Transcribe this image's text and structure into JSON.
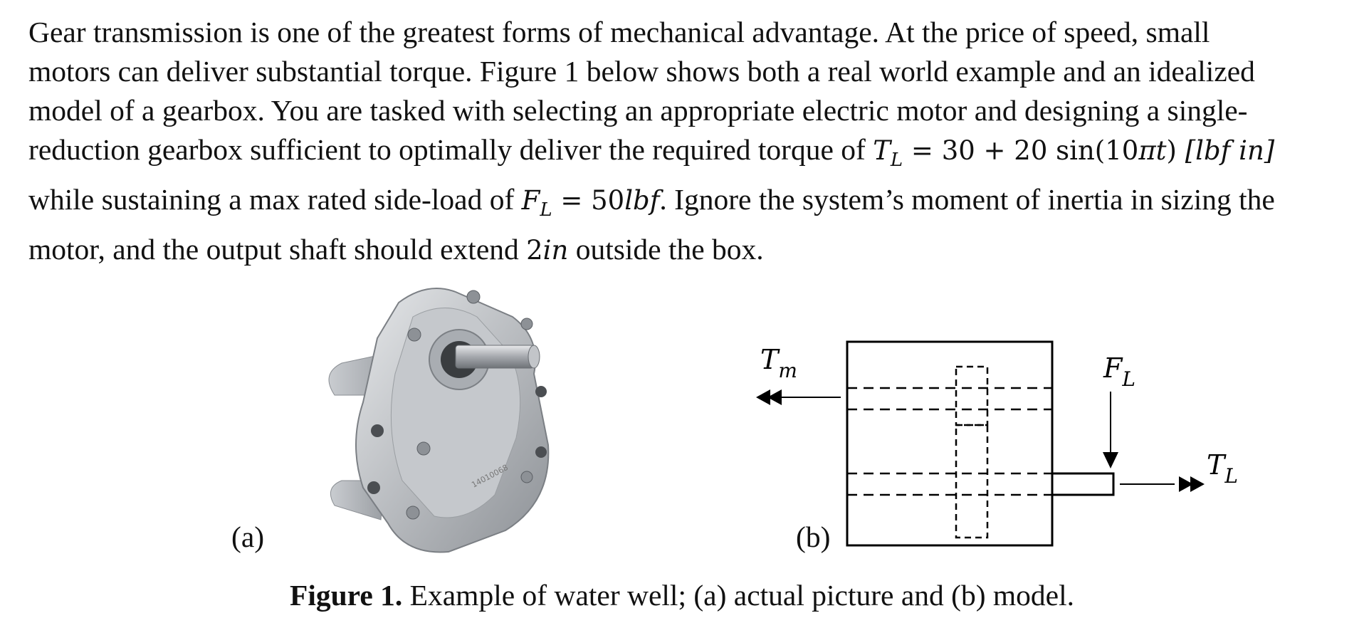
{
  "paragraph": {
    "l1": "Gear transmission is one of the greatest forms of mechanical advantage. At the price of speed, small",
    "l2": "motors can deliver substantial torque. Figure 1 below shows both a real world example and an idealized",
    "l3": "model of a gearbox. You are tasked with selecting an appropriate electric motor and designing a single-",
    "l4a": "reduction gearbox sufficient to optimally deliver the required torque of ",
    "l4_T": "T",
    "l4_L": "L",
    "l4_eq": " = 30 + 20 sin(10",
    "l4_pit": "πt",
    "l4_close": ")  ",
    "l4_unit": "[lbf in]",
    "l5a": "while sustaining a max rated side-load of ",
    "l5_F": "F",
    "l5_L": "L",
    "l5_eq": " = 50",
    "l5_unit": "lbf",
    "l5b": ". Ignore the system’s moment of inertia in sizing the",
    "l6a": "motor, and the output shaft should extend ",
    "l6_val": "2",
    "l6_unit": "in",
    "l6b": " outside the box."
  },
  "figure": {
    "label_a": "(a)",
    "label_b": "(b)",
    "serial": "14010068",
    "Tm": "T",
    "Tm_sub": "m",
    "FL": "F",
    "FL_sub": "L",
    "TL": "T",
    "TL_sub": "L"
  },
  "caption": {
    "bold": "Figure 1.",
    "text": " Example of water well; (a) actual picture and (b) model."
  }
}
